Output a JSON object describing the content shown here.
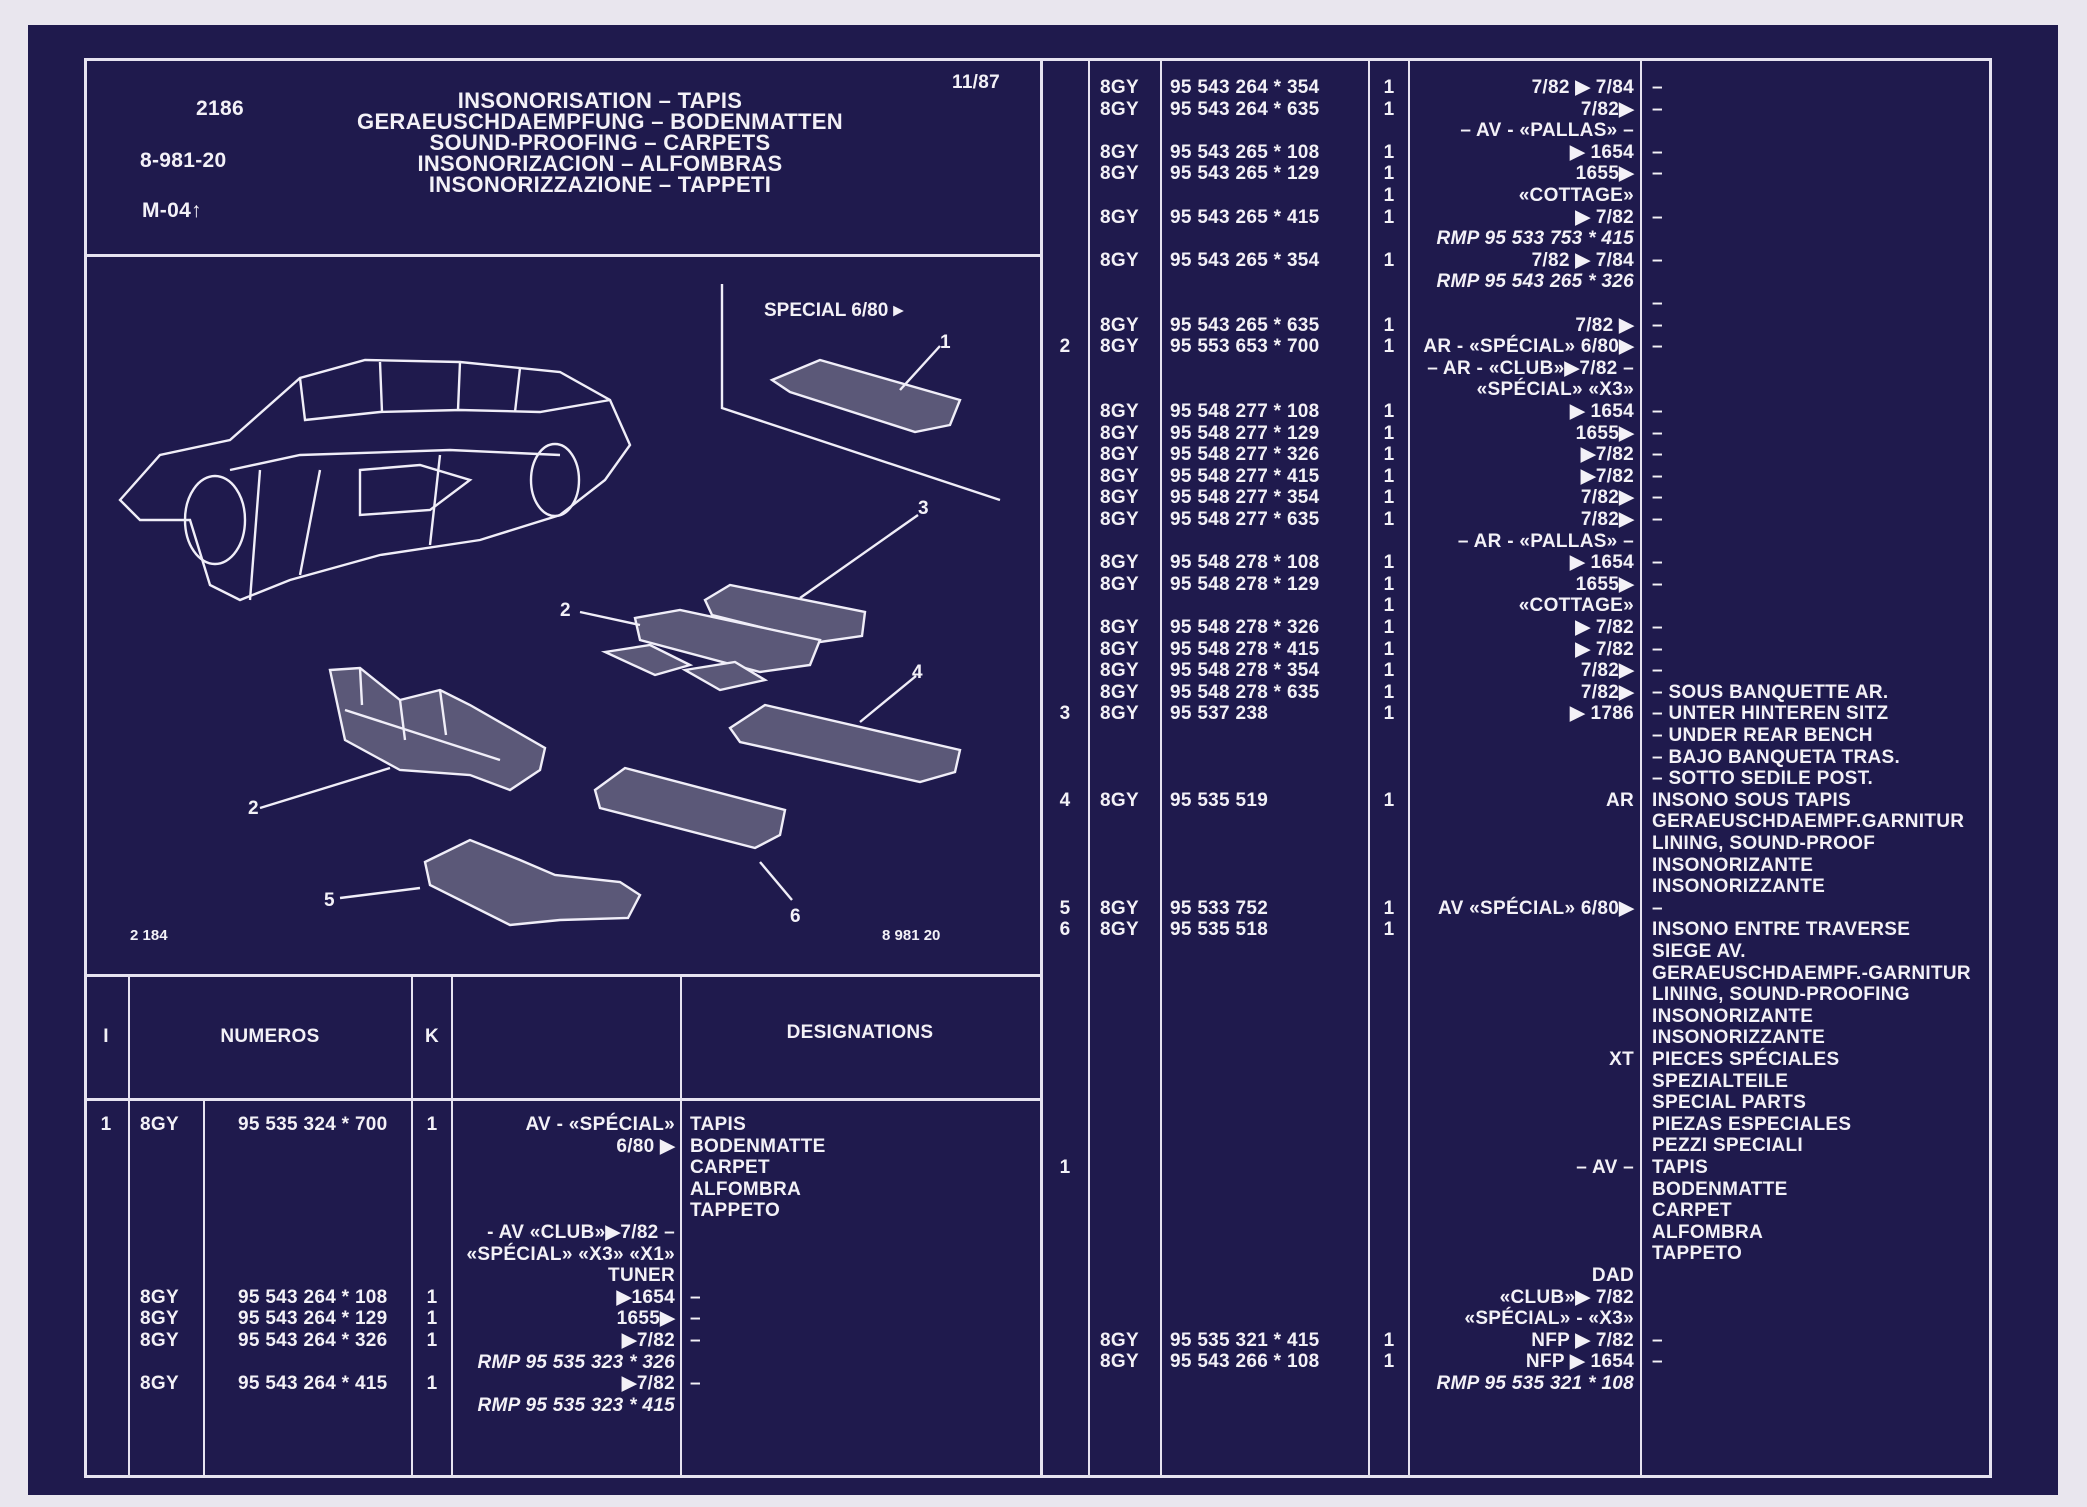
{
  "header": {
    "section": "2186",
    "ref": "8-981-20",
    "model": "M-04↑",
    "date": "11/87",
    "titles": [
      "INSONORISATION – TAPIS",
      "GERAEUSCHDAEMPFUNG – BODENMATTEN",
      "SOUND-PROOFING – CARPETS",
      "INSONORIZACION – ALFOMBRAS",
      "INSONORIZZAZIONE – TAPPETI"
    ]
  },
  "figure": {
    "special_label": "SPECIAL 6/80 ▸",
    "fig_left": "2 184",
    "fig_right": "8 981 20",
    "callouts": [
      "1",
      "2",
      "2",
      "3",
      "4",
      "5",
      "6"
    ]
  },
  "table_header": {
    "col_i": "I",
    "col_numeros": "NUMEROS",
    "col_k": "K",
    "col_designations": "DESIGNATIONS"
  },
  "left_rows": [
    {
      "i": "1",
      "code": "8GY",
      "num": "95 535 324 * 700",
      "k": "1",
      "cond": "AV - «SPÉCIAL»",
      "desig": "TAPIS"
    },
    {
      "cond": "6/80 ▶",
      "desig": "BODENMATTE"
    },
    {
      "desig": "CARPET"
    },
    {
      "desig": "ALFOMBRA"
    },
    {
      "desig": "TAPPETO"
    },
    {
      "cond": "- AV «CLUB»▶7/82 –"
    },
    {
      "cond": "«SPÉCIAL» «X3» «X1»"
    },
    {
      "cond": "TUNER"
    },
    {
      "code": "8GY",
      "num": "95 543 264 * 108",
      "k": "1",
      "cond": "▶1654",
      "desig": "–"
    },
    {
      "code": "8GY",
      "num": "95 543 264 * 129",
      "k": "1",
      "cond": "1655▶",
      "desig": "–"
    },
    {
      "code": "8GY",
      "num": "95 543 264 * 326",
      "k": "1",
      "cond": "▶7/82",
      "desig": "–"
    },
    {
      "cond": "RMP 95 535 323 * 326"
    },
    {
      "code": "8GY",
      "num": "95 543 264 * 415",
      "k": "1",
      "cond": "▶7/82",
      "desig": "–"
    },
    {
      "cond": "RMP 95 535 323 * 415"
    }
  ],
  "right_rows": [
    {
      "code": "8GY",
      "num": "95 543 264 * 354",
      "k": "1",
      "cond": "7/82 ▶ 7/84",
      "desig": "–"
    },
    {
      "code": "8GY",
      "num": "95 543 264 * 635",
      "k": "1",
      "cond": "7/82▶",
      "desig": "–"
    },
    {
      "cond": "– AV - «PALLAS» –"
    },
    {
      "code": "8GY",
      "num": "95 543 265 * 108",
      "k": "1",
      "cond": "▶ 1654",
      "desig": "–"
    },
    {
      "code": "8GY",
      "num": "95 543 265 * 129",
      "k": "1",
      "cond": "1655▶",
      "desig": "–"
    },
    {
      "k": "1",
      "cond": "«COTTAGE»"
    },
    {
      "code": "8GY",
      "num": "95 543 265 * 415",
      "k": "1",
      "cond": "▶ 7/82",
      "desig": "–"
    },
    {
      "cond": "RMP 95 533 753 * 415"
    },
    {
      "code": "8GY",
      "num": "95 543 265 * 354",
      "k": "1",
      "cond": "7/82 ▶ 7/84",
      "desig": "–"
    },
    {
      "cond": "RMP 95 543 265 * 326"
    },
    {
      "desig": "–"
    },
    {
      "code": "8GY",
      "num": "95 543 265 * 635",
      "k": "1",
      "cond": "7/82 ▶",
      "desig": "–"
    },
    {
      "i": "2",
      "code": "8GY",
      "num": "95 553 653 * 700",
      "k": "1",
      "cond": "AR - «SPÉCIAL» 6/80▶",
      "desig": "–"
    },
    {
      "cond": "– AR - «CLUB»▶7/82 –"
    },
    {
      "cond": "«SPÉCIAL» «X3»"
    },
    {
      "code": "8GY",
      "num": "95 548 277 * 108",
      "k": "1",
      "cond": "▶ 1654",
      "desig": "–"
    },
    {
      "code": "8GY",
      "num": "95 548 277 * 129",
      "k": "1",
      "cond": "1655▶",
      "desig": "–"
    },
    {
      "code": "8GY",
      "num": "95 548 277 * 326",
      "k": "1",
      "cond": "▶7/82",
      "desig": "–"
    },
    {
      "code": "8GY",
      "num": "95 548 277 * 415",
      "k": "1",
      "cond": "▶7/82",
      "desig": "–"
    },
    {
      "code": "8GY",
      "num": "95 548 277 * 354",
      "k": "1",
      "cond": "7/82▶",
      "desig": "–"
    },
    {
      "code": "8GY",
      "num": "95 548 277 * 635",
      "k": "1",
      "cond": "7/82▶",
      "desig": "–"
    },
    {
      "cond": "– AR - «PALLAS» –"
    },
    {
      "code": "8GY",
      "num": "95 548 278 * 108",
      "k": "1",
      "cond": "▶ 1654",
      "desig": "–"
    },
    {
      "code": "8GY",
      "num": "95 548 278 * 129",
      "k": "1",
      "cond": "1655▶",
      "desig": "–"
    },
    {
      "k": "1",
      "cond": "«COTTAGE»"
    },
    {
      "code": "8GY",
      "num": "95 548 278 * 326",
      "k": "1",
      "cond": "▶ 7/82",
      "desig": "–"
    },
    {
      "code": "8GY",
      "num": "95 548 278 * 415",
      "k": "1",
      "cond": "▶ 7/82",
      "desig": "–"
    },
    {
      "code": "8GY",
      "num": "95 548 278 * 354",
      "k": "1",
      "cond": "7/82▶",
      "desig": "–"
    },
    {
      "code": "8GY",
      "num": "95 548 278 * 635",
      "k": "1",
      "cond": "7/82▶",
      "desig": "– SOUS BANQUETTE AR."
    },
    {
      "i": "3",
      "code": "8GY",
      "num": "95 537 238",
      "k": "1",
      "cond": "▶ 1786",
      "desig": "– UNTER HINTEREN SITZ"
    },
    {
      "desig": "– UNDER REAR BENCH"
    },
    {
      "desig": "– BAJO BANQUETA TRAS."
    },
    {
      "desig": "– SOTTO SEDILE POST."
    },
    {
      "i": "4",
      "code": "8GY",
      "num": "95 535 519",
      "k": "1",
      "cond": "AR",
      "desig": "INSONO SOUS TAPIS"
    },
    {
      "desig": "GERAEUSCHDAEMPF.GARNITUR"
    },
    {
      "desig": "LINING, SOUND-PROOF"
    },
    {
      "desig": "INSONORIZANTE"
    },
    {
      "desig": "INSONORIZZANTE"
    },
    {
      "i": "5",
      "code": "8GY",
      "num": "95 533 752",
      "k": "1",
      "cond": "AV «SPÉCIAL» 6/80▶",
      "desig": "–"
    },
    {
      "i": "6",
      "code": "8GY",
      "num": "95 535 518",
      "k": "1",
      "desig": "INSONO ENTRE TRAVERSE"
    },
    {
      "desig": "SIEGE AV."
    },
    {
      "desig": "GERAEUSCHDAEMPF.-GARNITUR"
    },
    {
      "desig": "LINING, SOUND-PROOFING"
    },
    {
      "desig": "INSONORIZANTE"
    },
    {
      "desig": "INSONORIZZANTE"
    },
    {
      "cond": "XT",
      "desig": "PIECES SPÉCIALES"
    },
    {
      "desig": "SPEZIALTEILE"
    },
    {
      "desig": "SPECIAL PARTS"
    },
    {
      "desig": "PIEZAS ESPECIALES"
    },
    {
      "desig": "PEZZI SPECIALI"
    },
    {
      "i": "1",
      "cond": "– AV –",
      "desig": "TAPIS"
    },
    {
      "desig": "BODENMATTE"
    },
    {
      "desig": "CARPET"
    },
    {
      "desig": "ALFOMBRA"
    },
    {
      "desig": "TAPPETO"
    },
    {
      "cond": "DAD"
    },
    {
      "cond": "«CLUB»▶ 7/82"
    },
    {
      "cond": "«SPÉCIAL» - «X3»"
    },
    {
      "code": "8GY",
      "num": "95 535 321 * 415",
      "k": "1",
      "cond": "NFP ▶ 7/82",
      "desig": "–"
    },
    {
      "code": "8GY",
      "num": "95 543 266 * 108",
      "k": "1",
      "cond": "NFP ▶ 1654",
      "desig": "–"
    },
    {
      "cond": "RMP 95 535 321 * 108"
    }
  ]
}
